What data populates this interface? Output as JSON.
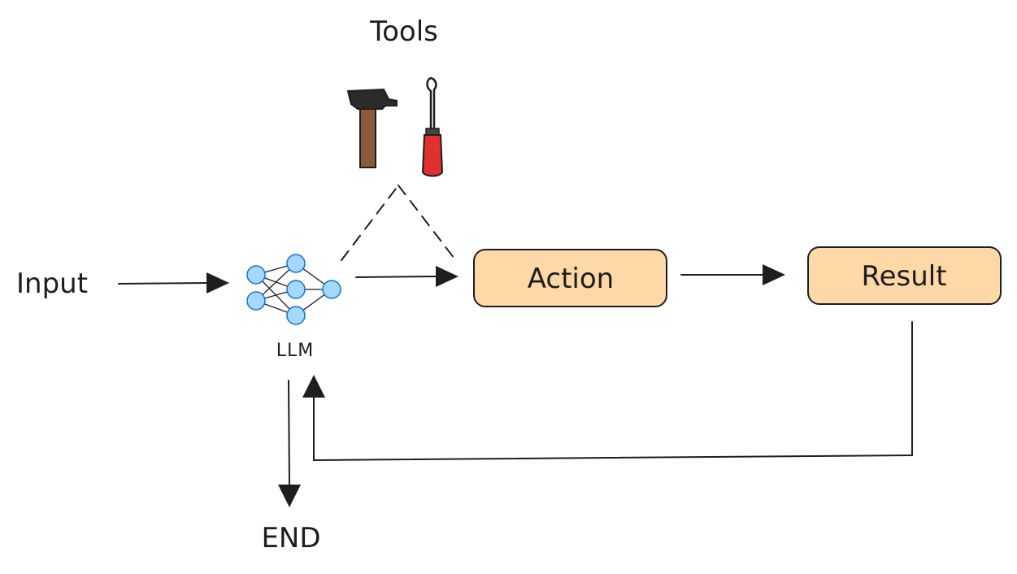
{
  "labels": {
    "tools": "Tools",
    "input": "Input",
    "llm": "LLM",
    "action": "Action",
    "result": "Result",
    "end": "END"
  },
  "icons": {
    "hammer": "hammer-icon",
    "screwdriver": "screwdriver-icon",
    "llm": "neural-network-icon"
  },
  "colors": {
    "box_fill": "#ffd8a8",
    "node_fill": "#a5d8ff",
    "node_stroke": "#1971c2",
    "ink": "#1e1e1e",
    "screwdriver_handle": "#e03131",
    "hammer_handle": "#8b5a3c"
  }
}
